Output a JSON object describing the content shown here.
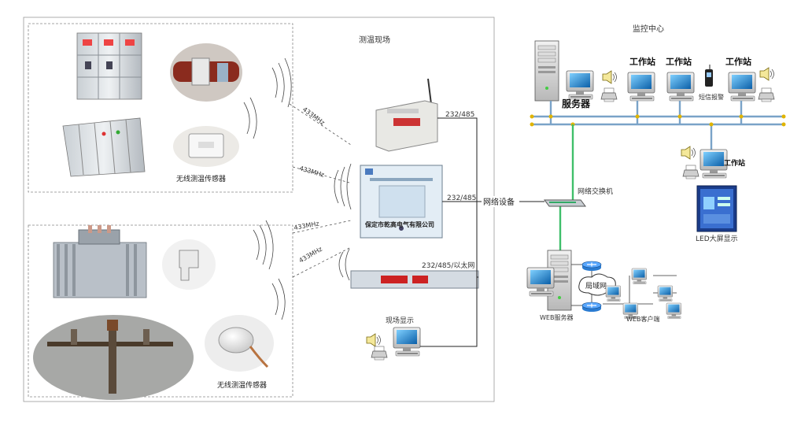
{
  "site": {
    "title": "测温现场",
    "sensor_label_1": "无线测温传感器",
    "sensor_label_2": "无线测温传感器",
    "freq_1": "433MHz",
    "freq_2": "433MHz",
    "freq_3": "433MHz",
    "freq_4": "433MHz",
    "link_1": "232/485",
    "link_2": "232/485",
    "link_3": "232/485/以太网",
    "receiver_company": "保定市乾高电气有限公司",
    "field_display": "现场显示"
  },
  "network": {
    "device": "网络设备",
    "switch": "网络交换机",
    "lan": "局域网",
    "web_server": "WEB服务器",
    "web_client": "WEB客户端"
  },
  "monitor": {
    "title": "监控中心",
    "server": "服务器",
    "workstation_1": "工作站",
    "workstation_2": "工作站",
    "workstation_3": "工作站",
    "workstation_4": "工作站",
    "sms_alarm": "短信报警",
    "led_display": "LED大屏显示"
  },
  "colors": {
    "bus": "#7aa3c8",
    "bus_node": "#e0b400",
    "green_link": "#3fbf6a",
    "dashed_border": "#888888",
    "line_dark": "#222222"
  }
}
